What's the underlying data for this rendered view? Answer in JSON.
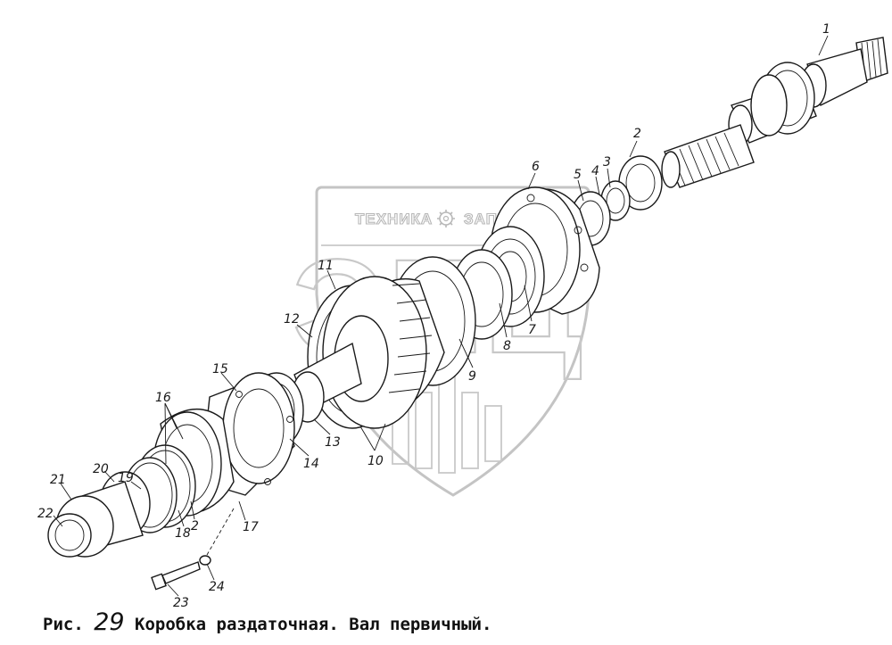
{
  "watermark": {
    "left_text": "ТЕХНИКА",
    "right_text": "ЗАПЧАСТИ",
    "big_text": "ЭПЦ"
  },
  "caption": {
    "prefix": "Рис.",
    "number": "29",
    "title": "Коробка раздаточная. Вал первичный."
  },
  "labels": {
    "l1": "1",
    "l2a": "2",
    "l2b": "2",
    "l3": "3",
    "l4": "4",
    "l5": "5",
    "l6": "6",
    "l7": "7",
    "l8": "8",
    "l9": "9",
    "l10": "10",
    "l11": "11",
    "l12": "12",
    "l13": "13",
    "l14": "14",
    "l15": "15",
    "l16": "16",
    "l17": "17",
    "l18": "18",
    "l19": "19",
    "l20": "20",
    "l21": "21",
    "l22": "22",
    "l23": "23",
    "l24": "24"
  }
}
